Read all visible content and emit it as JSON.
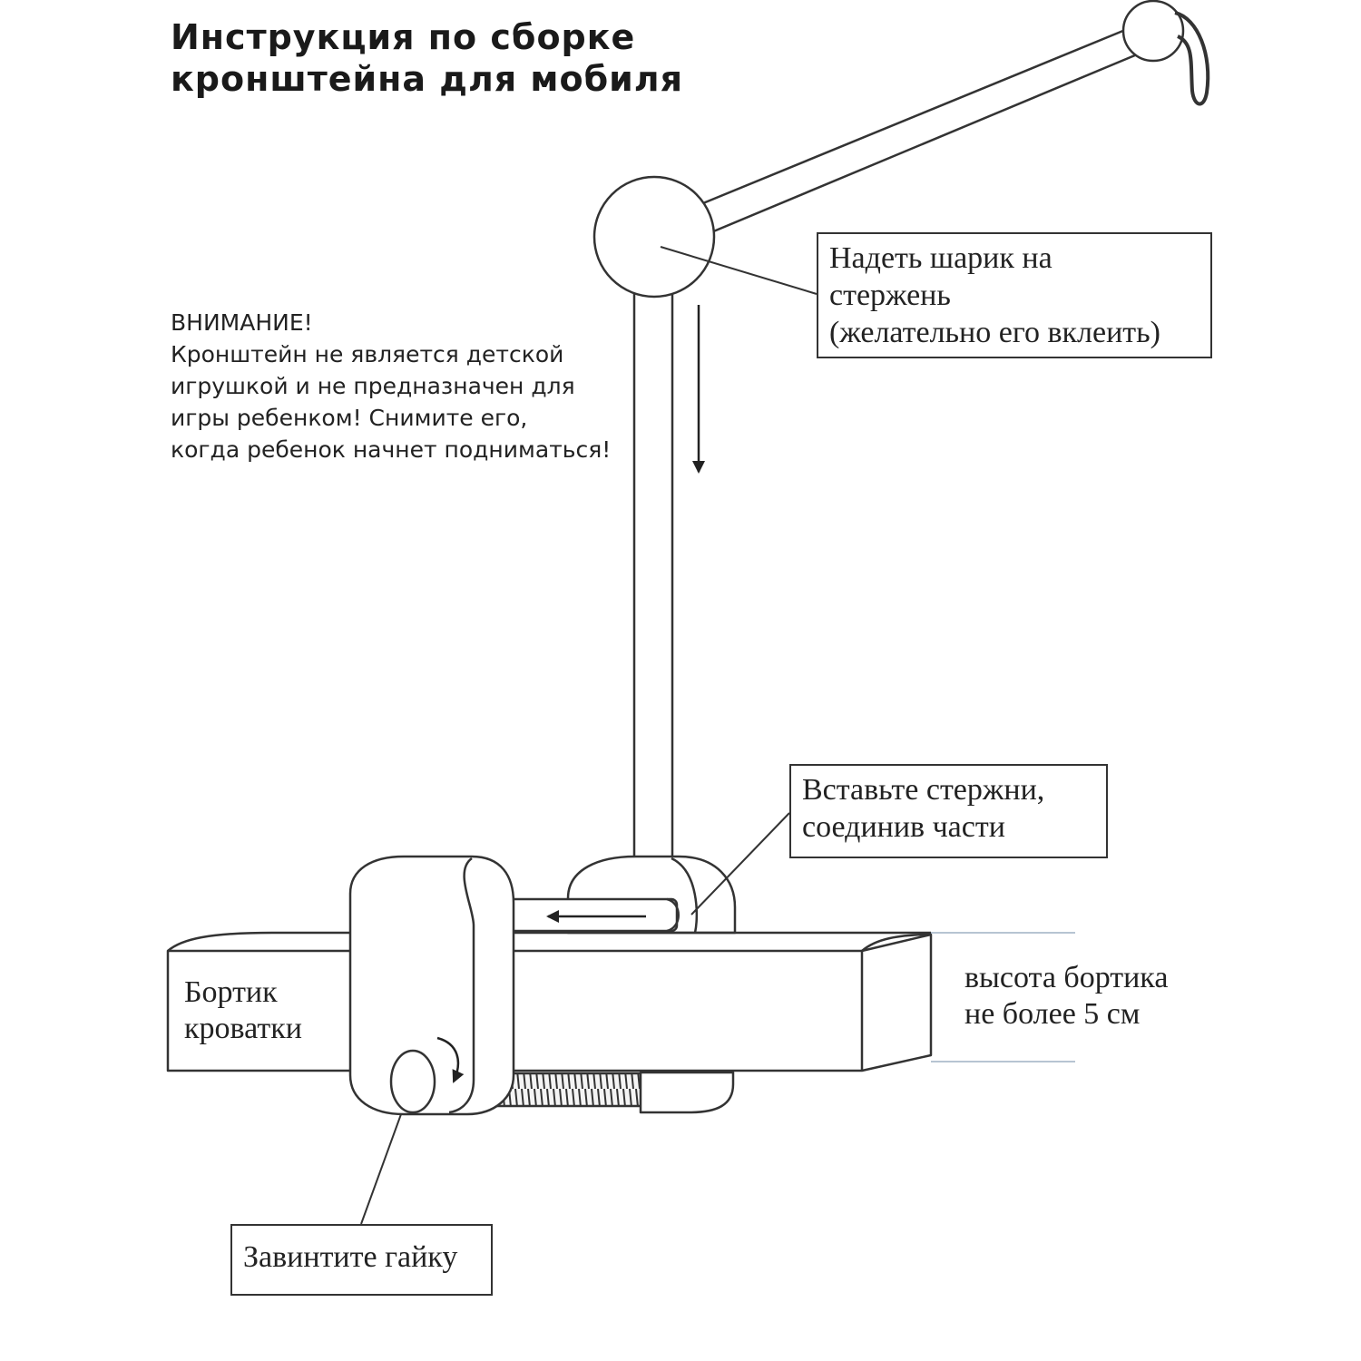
{
  "title": {
    "line1": "Инструкция по сборке",
    "line2": "кронштейна для мобиля"
  },
  "warning": {
    "line1": "ВНИМАНИЕ!",
    "line2": "Кронштейн не является детской",
    "line3": "игрушкой и не предназначен для",
    "line4": "игры ребенком! Снимите его,",
    "line5": "когда ребенок начнет подниматься!"
  },
  "callouts": {
    "ball": {
      "line1": "Надеть шарик на",
      "line2": "стержень",
      "line3": "(желательно его вклеить)"
    },
    "rods": {
      "line1": "Вставьте стержни,",
      "line2": "соединив части"
    },
    "nut": {
      "line1": "Завинтите гайку"
    }
  },
  "labels": {
    "crib_side": {
      "line1": "Бортик",
      "line2": "кроватки"
    },
    "side_height": {
      "line1": "высота бортика",
      "line2": "не более 5 см"
    }
  },
  "colors": {
    "stroke": "#333333",
    "guide_lines": "#9fb0c4"
  }
}
